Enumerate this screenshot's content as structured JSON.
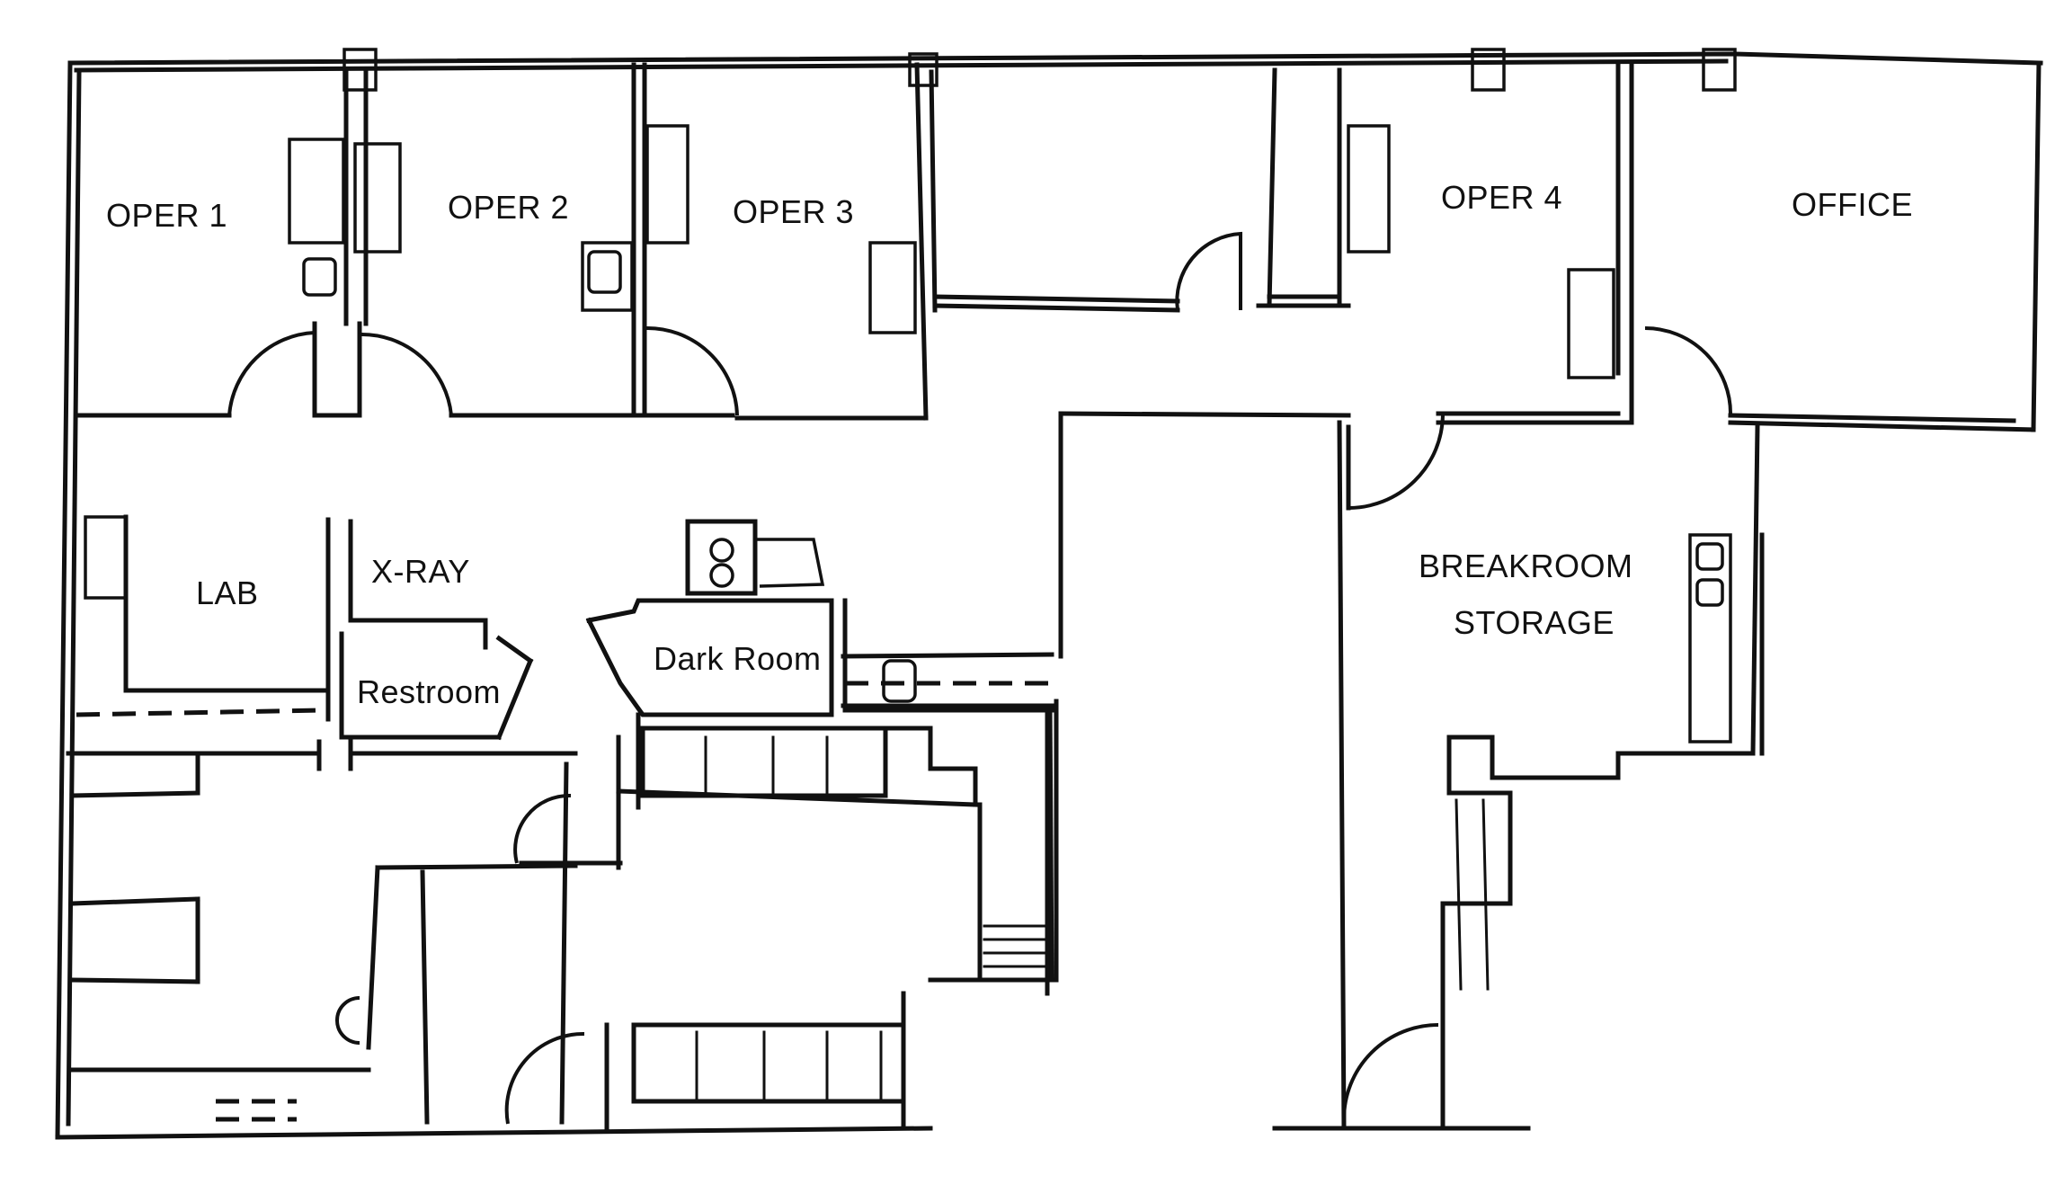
{
  "rooms": {
    "oper1": "OPER 1",
    "oper2": "OPER 2",
    "oper3": "OPER 3",
    "oper4": "OPER 4",
    "office": "OFFICE",
    "lab": "LAB",
    "xray": "X-RAY",
    "restroom": "Restroom",
    "dark_room": "Dark Room",
    "breakroom": "BREAKROOM",
    "storage": "STORAGE"
  },
  "colors": {
    "ink": "#111111",
    "paper": "#ffffff"
  }
}
